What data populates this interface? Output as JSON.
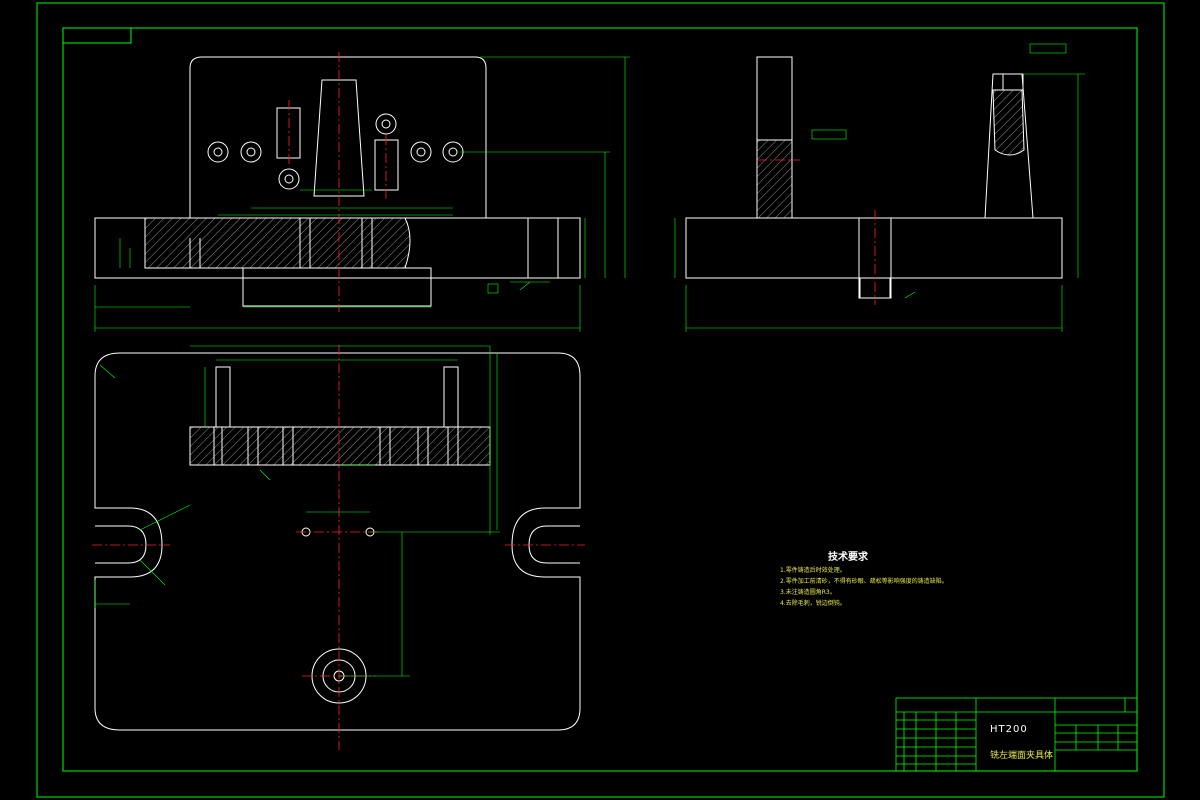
{
  "title_block": {
    "material": "HT200",
    "part_name": "铣左端面夹具体"
  },
  "technical_requirements": {
    "title": "技术要求",
    "notes": [
      "1.零件铸造后时效处理。",
      "2.零件加工前清砂，不得有砂眼、疏松等影响强度的铸造缺陷。",
      "3.未注铸造圆角R3。",
      "4.去除毛刺，锐边倒钝。"
    ]
  },
  "colors": {
    "border": "#00ff00",
    "outline": "#ffffff",
    "dimension": "#00ff00",
    "centerline": "#ff2020",
    "hatch": "#ffffff",
    "text": "#e9e94a",
    "background": "#000000"
  }
}
